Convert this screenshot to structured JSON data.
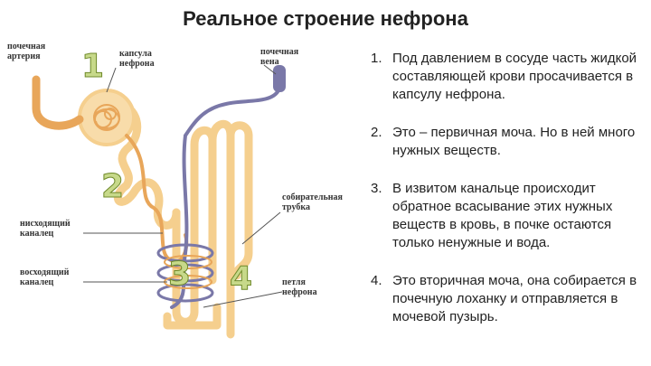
{
  "title": "Реальное строение нефрона",
  "labels": {
    "renal_artery": [
      "почечная",
      "артерия"
    ],
    "capsule": [
      "капсула",
      "нефрона"
    ],
    "renal_vein": [
      "почечная",
      "вена"
    ],
    "collecting_tube": [
      "собирательная",
      "трубка"
    ],
    "descending": [
      "нисходящий",
      "каналец"
    ],
    "ascending": [
      "восходящий",
      "каналец"
    ],
    "loop": [
      "петля",
      "нефрона"
    ]
  },
  "numbers": [
    "1",
    "2",
    "3",
    "4"
  ],
  "steps": [
    {
      "num": "1.",
      "text": "Под давлением в сосуде часть жидкой составляющей крови просачивается в капсулу нефрона."
    },
    {
      "num": "2.",
      "text": "Это – первичная моча. Но в ней много нужных веществ."
    },
    {
      "num": "3.",
      "text": "В извитом канальце происходит обратное всасывание этих нужных веществ в кровь, в почке остаются только ненужные и вода."
    },
    {
      "num": "4.",
      "text": "Это вторичная моча, она собирается в почечную лоханку и отправляется в мочевой пузырь."
    }
  ],
  "colors": {
    "tubule": "#f5cf8e",
    "artery": "#e8a65a",
    "vein": "#7a78a8"
  }
}
